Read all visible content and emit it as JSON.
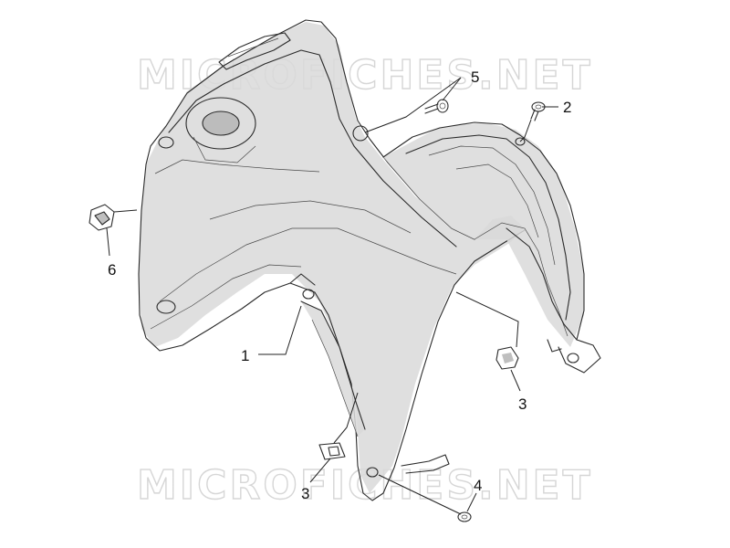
{
  "watermark": {
    "top": "MICROFICHES.NET",
    "bottom": "MICROFICHES.NET"
  },
  "callouts": {
    "c1": "1",
    "c2": "2",
    "c3a": "3",
    "c3b": "3",
    "c4": "4",
    "c5": "5",
    "c6": "6"
  }
}
